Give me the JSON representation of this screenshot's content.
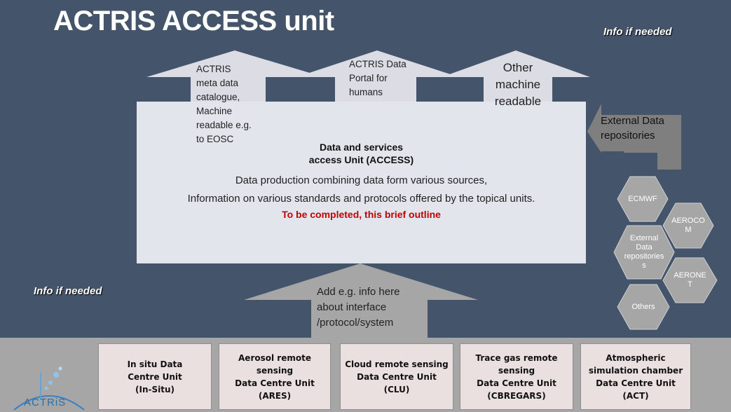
{
  "header": {
    "title": "ACTRIS ACCESS unit",
    "info_top": "Info if needed",
    "info_left": "Info if needed"
  },
  "arrows_up": [
    {
      "lines": [
        "ACTRIS",
        "meta data",
        "catalogue,",
        "Machine",
        "readable e.g.",
        "to EOSC"
      ]
    },
    {
      "lines": [
        "ACTRIS Data",
        "Portal for",
        "humans"
      ]
    },
    {
      "lines": [
        "Other",
        "machine",
        "readable"
      ]
    }
  ],
  "access_unit": {
    "title_lines": [
      "Data and services",
      "access Unit  (ACCESS)"
    ],
    "description_lines": [
      "Data production combining data form various sources,",
      "Information on various standards and protocols offered by the topical units."
    ],
    "note": "To be completed, this brief outline"
  },
  "external_repos": {
    "arrow_lines": [
      "External Data",
      "repositories"
    ],
    "hexagons": [
      {
        "lines": [
          "ECMWF"
        ]
      },
      {
        "lines": [
          "AEROCO",
          "M"
        ]
      },
      {
        "lines": [
          "External",
          "Data",
          "repositories",
          "s"
        ]
      },
      {
        "lines": [
          "AERONE",
          "T"
        ]
      },
      {
        "lines": [
          "Others"
        ]
      }
    ]
  },
  "interface_arrow": {
    "lines": [
      "Add e.g. info here",
      "about interface",
      "/protocol/system"
    ]
  },
  "data_centre_units": [
    {
      "lines": [
        "In situ Data",
        "Centre Unit",
        "(In-Situ)"
      ]
    },
    {
      "lines": [
        "Aerosol remote sensing",
        "Data Centre Unit",
        "(ARES)"
      ]
    },
    {
      "lines": [
        "Cloud remote sensing",
        "Data Centre Unit",
        "(CLU)"
      ]
    },
    {
      "lines": [
        "Trace gas remote",
        "sensing",
        "Data Centre Unit",
        "(CBREGARS)"
      ]
    },
    {
      "lines": [
        "Atmospheric",
        "simulation chamber",
        "Data Centre Unit",
        "(ACT)"
      ]
    }
  ],
  "logo": {
    "text": "ACTRiS"
  },
  "colors": {
    "background": "#44546a",
    "arrow_fill": "#dcdde4",
    "main_box": "#e3e5ec",
    "hexagon": "#a6a6a6",
    "band": "#a6a6a6",
    "unit_box": "#ebe0e0",
    "note_red": "#c00000"
  }
}
